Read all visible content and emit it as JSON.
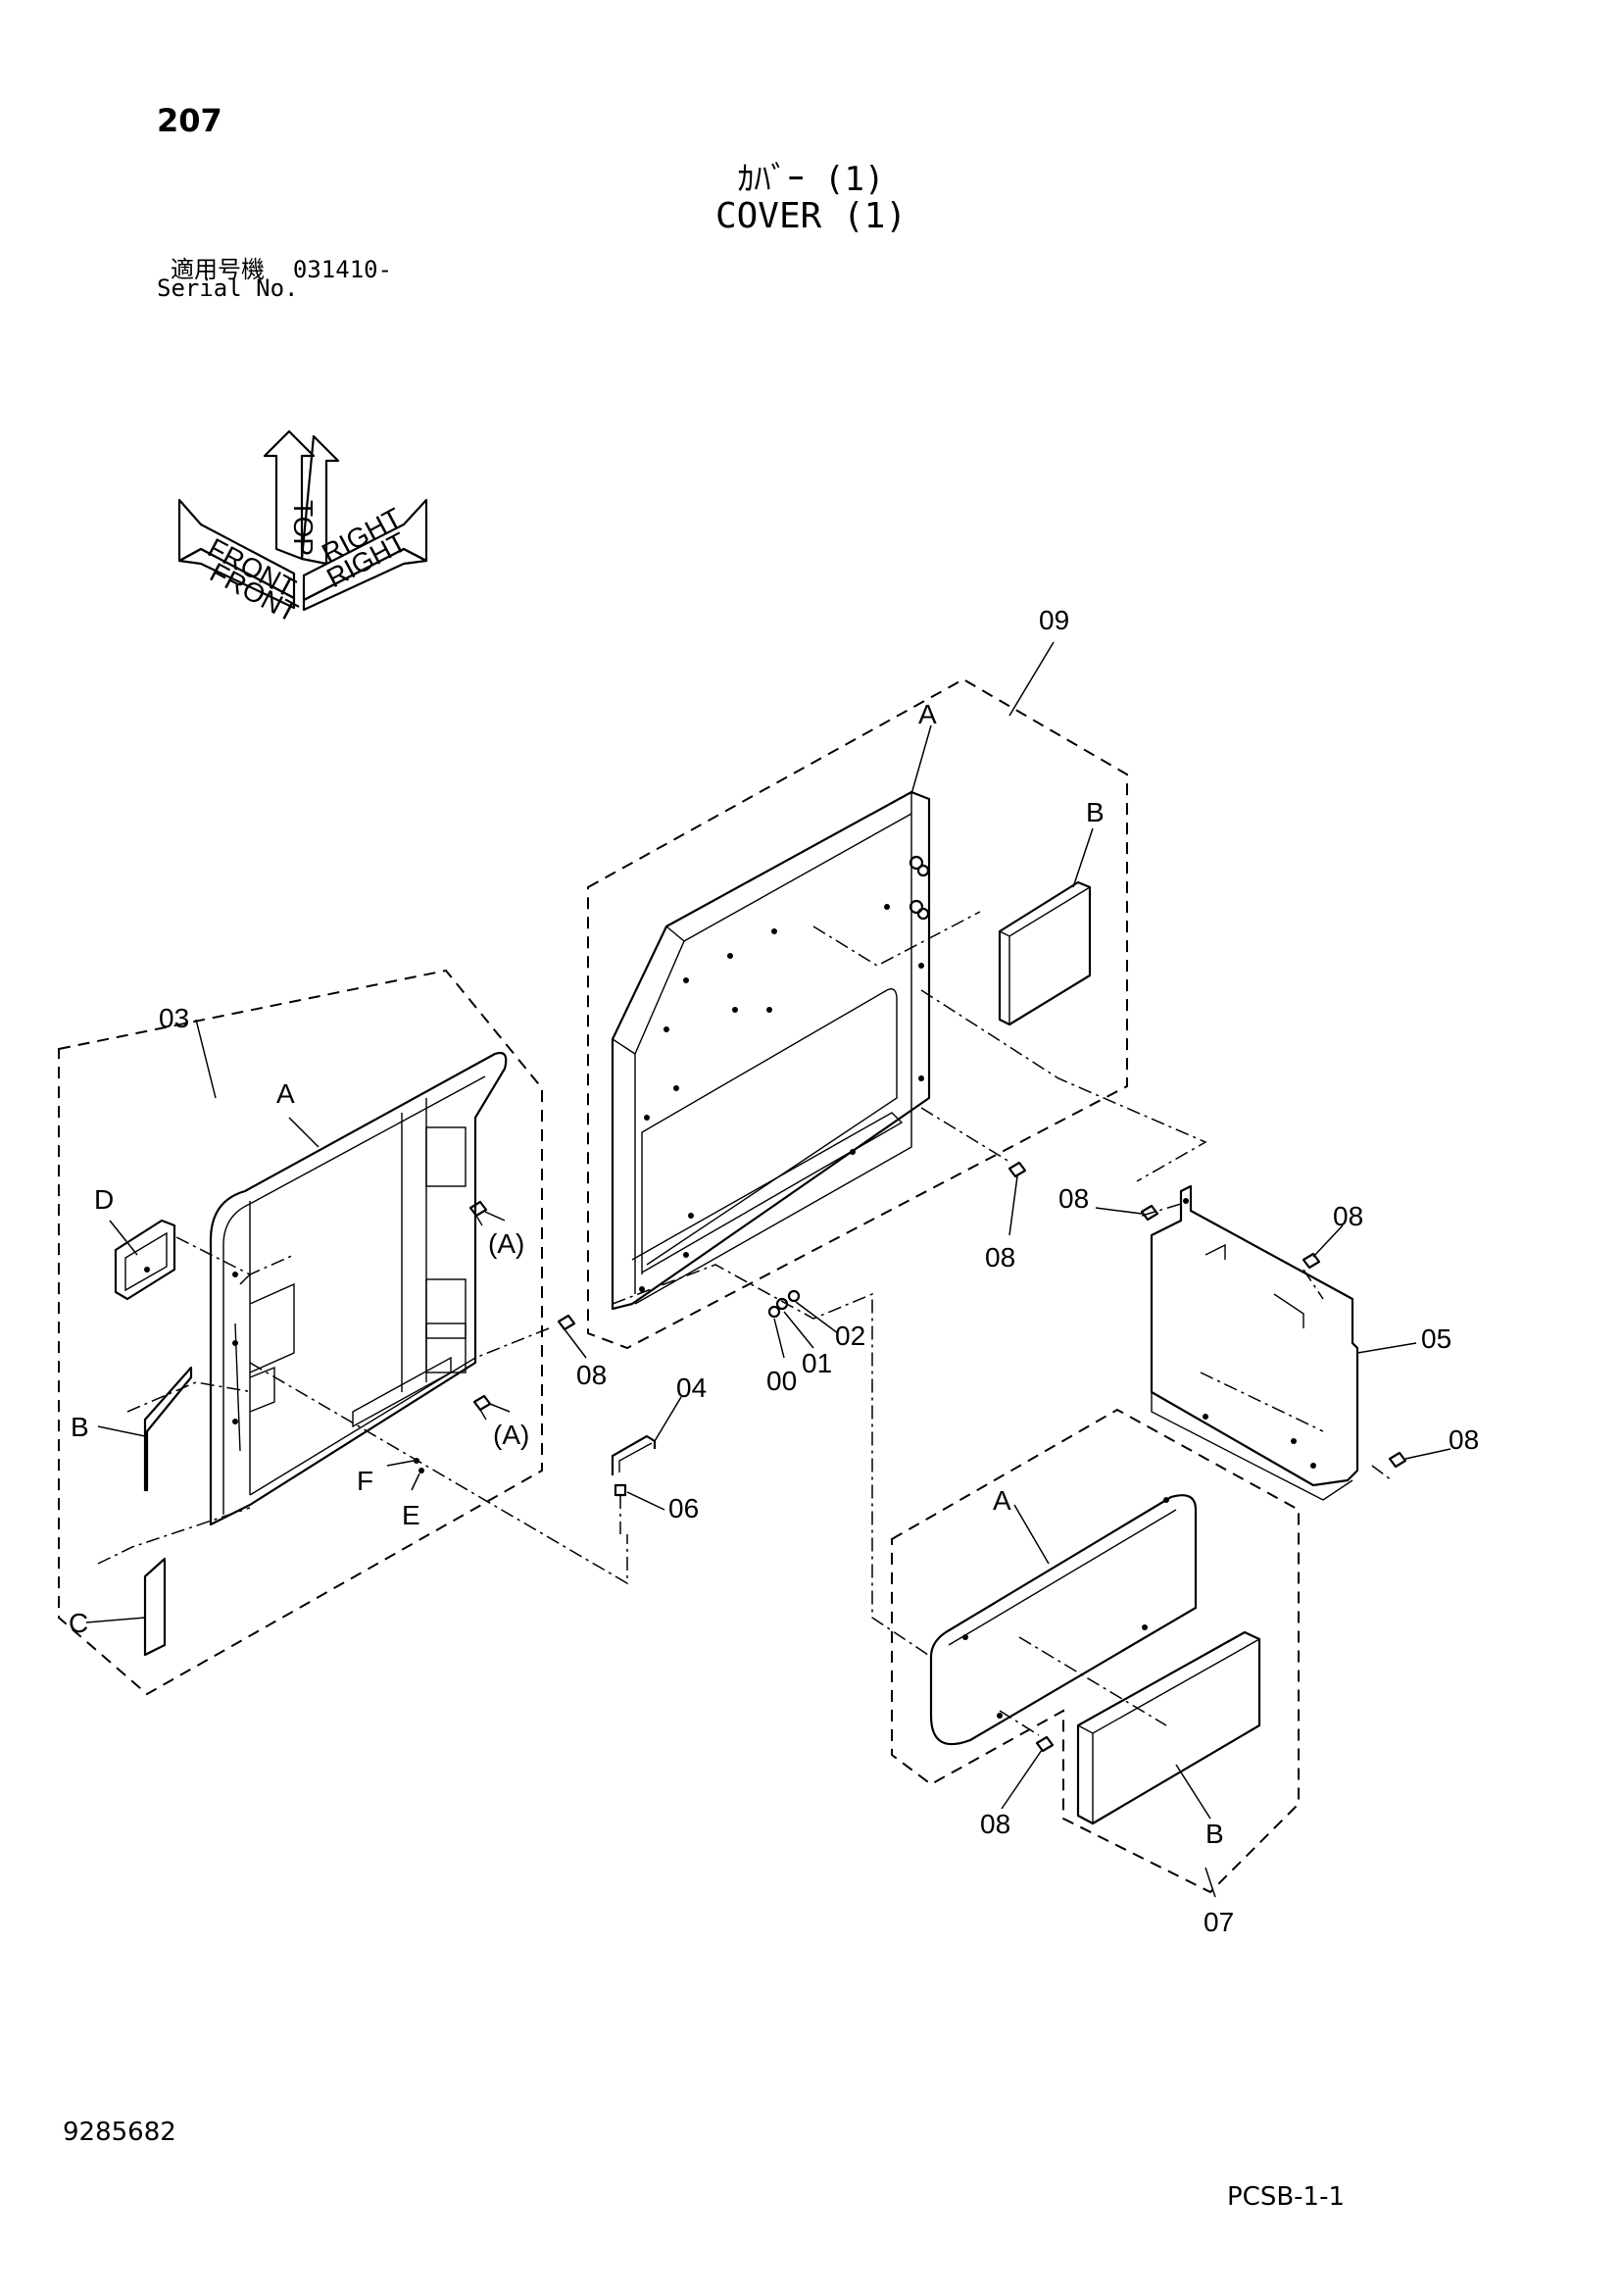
{
  "header": {
    "page_number": "207",
    "title_jp": "ｶﾊﾞｰ (1)",
    "title_en": "COVER (1)",
    "serial_label_jp": "適用号機",
    "serial_value": "031410-",
    "serial_label_en": "Serial No."
  },
  "orientation": {
    "top": "TOP",
    "front": "FRONT",
    "right": "RIGHT"
  },
  "callouts": {
    "c00": "00",
    "c01": "01",
    "c02": "02",
    "c03": "03",
    "c04": "04",
    "c05": "05",
    "c06": "06",
    "c07": "07",
    "c08": "08",
    "c09": "09",
    "A": "A",
    "B": "B",
    "C": "C",
    "D": "D",
    "E": "E",
    "F": "F",
    "A_paren": "(A)"
  },
  "footer": {
    "document_number": "9285682",
    "page_code": "PCSB-1-1"
  }
}
